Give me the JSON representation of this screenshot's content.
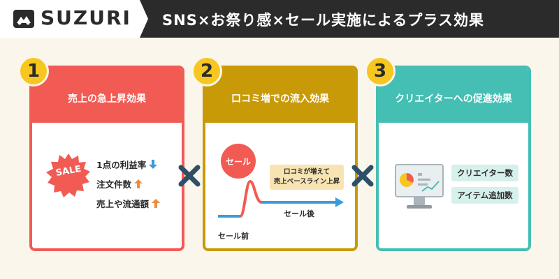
{
  "brand": {
    "name": "SUZURI"
  },
  "header": {
    "title": "SNS×お祭り感×セール実施によるプラス効果"
  },
  "colors": {
    "card1": "#f15b54",
    "card2": "#c99a07",
    "card3": "#45bfb3",
    "badge": "#f7c620",
    "arrow_down": "#3b9bd9",
    "arrow_up": "#f28a3a"
  },
  "cards": [
    {
      "number": "1",
      "title": "売上の急上昇効果",
      "sale_badge": "SALE",
      "metrics": [
        {
          "label": "1点の利益率",
          "icon": "arrow-down-icon"
        },
        {
          "label": "注文件数",
          "icon": "arrow-up-icon"
        },
        {
          "label": "売上や流通額",
          "icon": "arrow-up-icon"
        }
      ]
    },
    {
      "number": "2",
      "title": "口コミ増での流入効果",
      "bubble": "セール",
      "callout_line1": "口コミが増えて",
      "callout_line2": "売上ベースライン上昇",
      "before_label": "セール前",
      "after_label": "セール後"
    },
    {
      "number": "3",
      "title": "クリエイターへの促進効果",
      "tags": [
        "クリエイター数",
        "アイテム追加数"
      ]
    }
  ]
}
